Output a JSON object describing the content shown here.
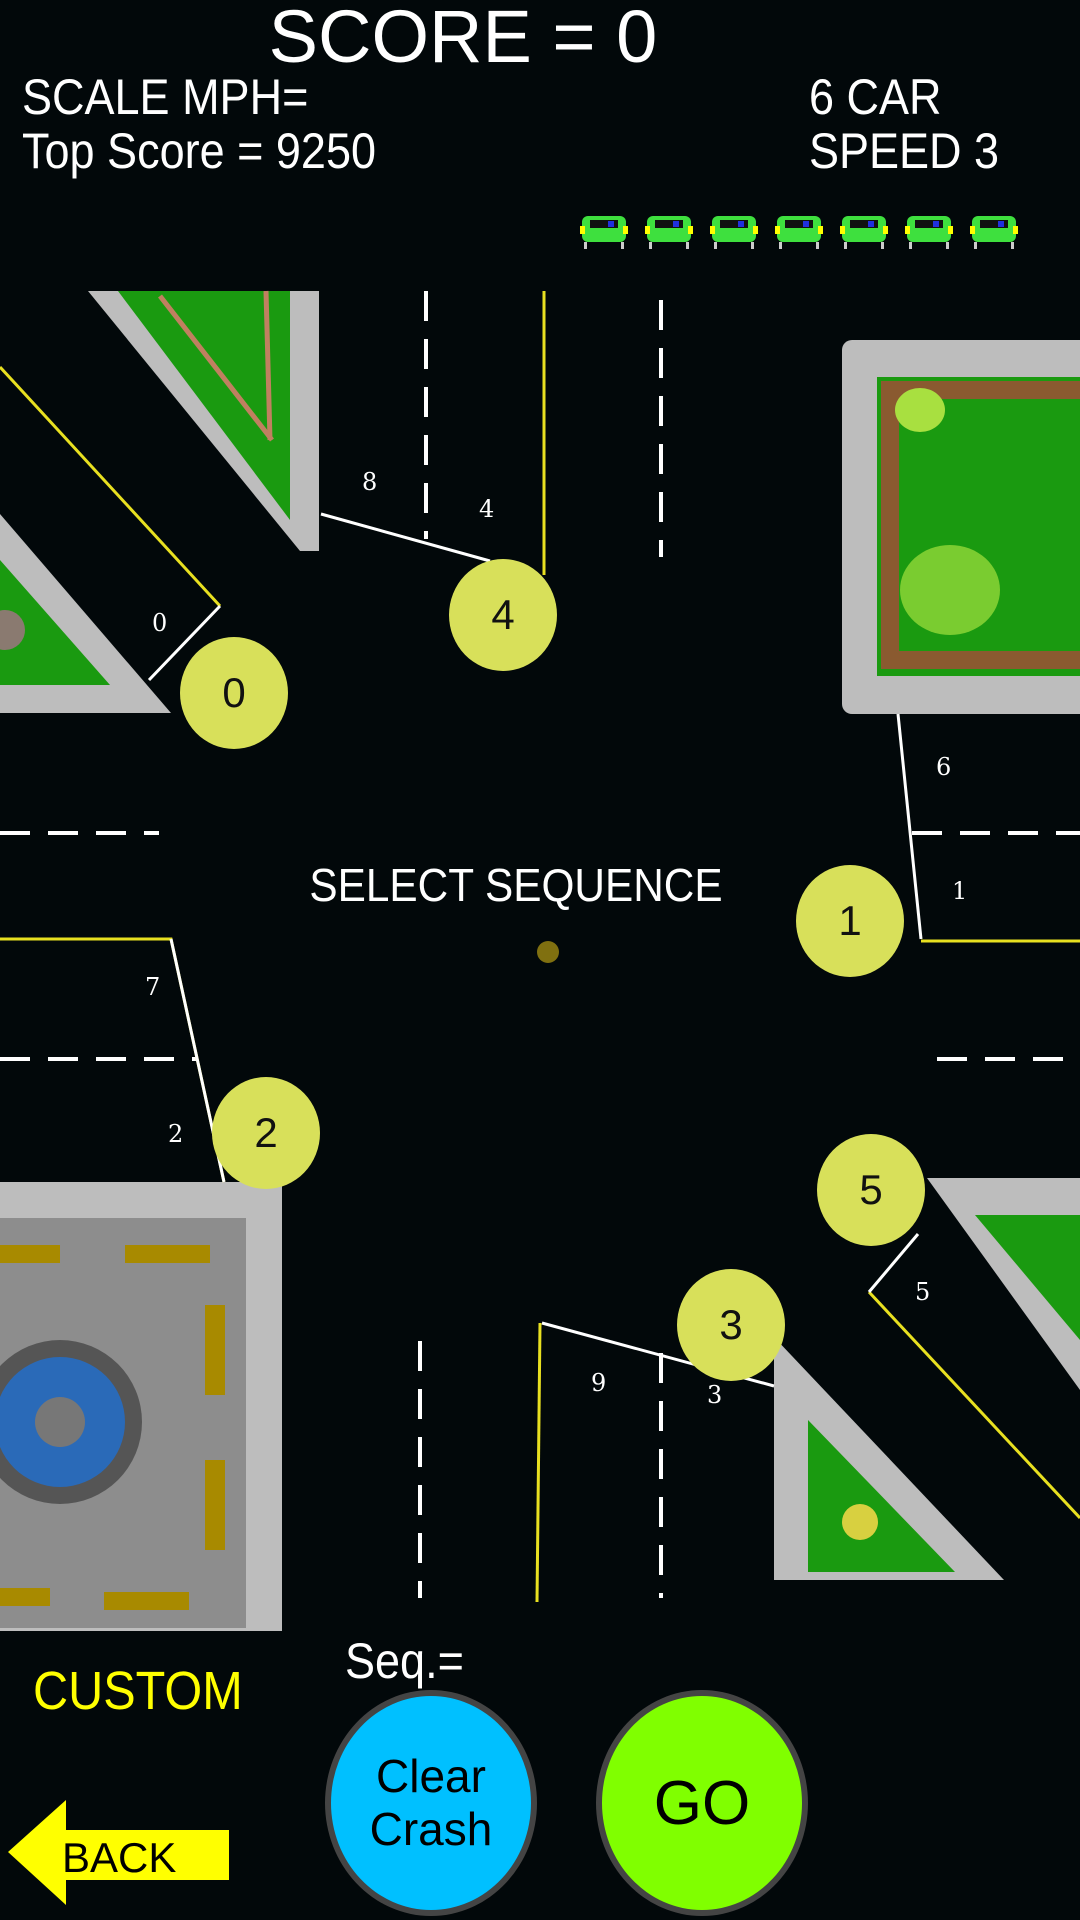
{
  "hud": {
    "score": "SCORE = 0",
    "scale_mph": "SCALE MPH=",
    "top_score": "Top Score = 9250",
    "car_count": "6 CAR",
    "speed": "SPEED 3",
    "remaining_cars": 7
  },
  "board": {
    "prompt": "SELECT SEQUENCE",
    "sequence_buttons": [
      "0",
      "1",
      "2",
      "3",
      "4",
      "5"
    ],
    "lane_labels": [
      "8",
      "4",
      "0",
      "6",
      "1",
      "7",
      "2",
      "5",
      "9",
      "3"
    ]
  },
  "controls": {
    "mode": "CUSTOM",
    "sequence_label": "Seq.=",
    "clear_crash": [
      "Clear",
      "Crash"
    ],
    "go": "GO",
    "back": "BACK"
  },
  "colors": {
    "background": "#02080a",
    "badge": "#d8e05a",
    "clear": "#00c0ff",
    "go": "#80ff00",
    "back": "#ffff00",
    "mode": "#ffff00"
  }
}
